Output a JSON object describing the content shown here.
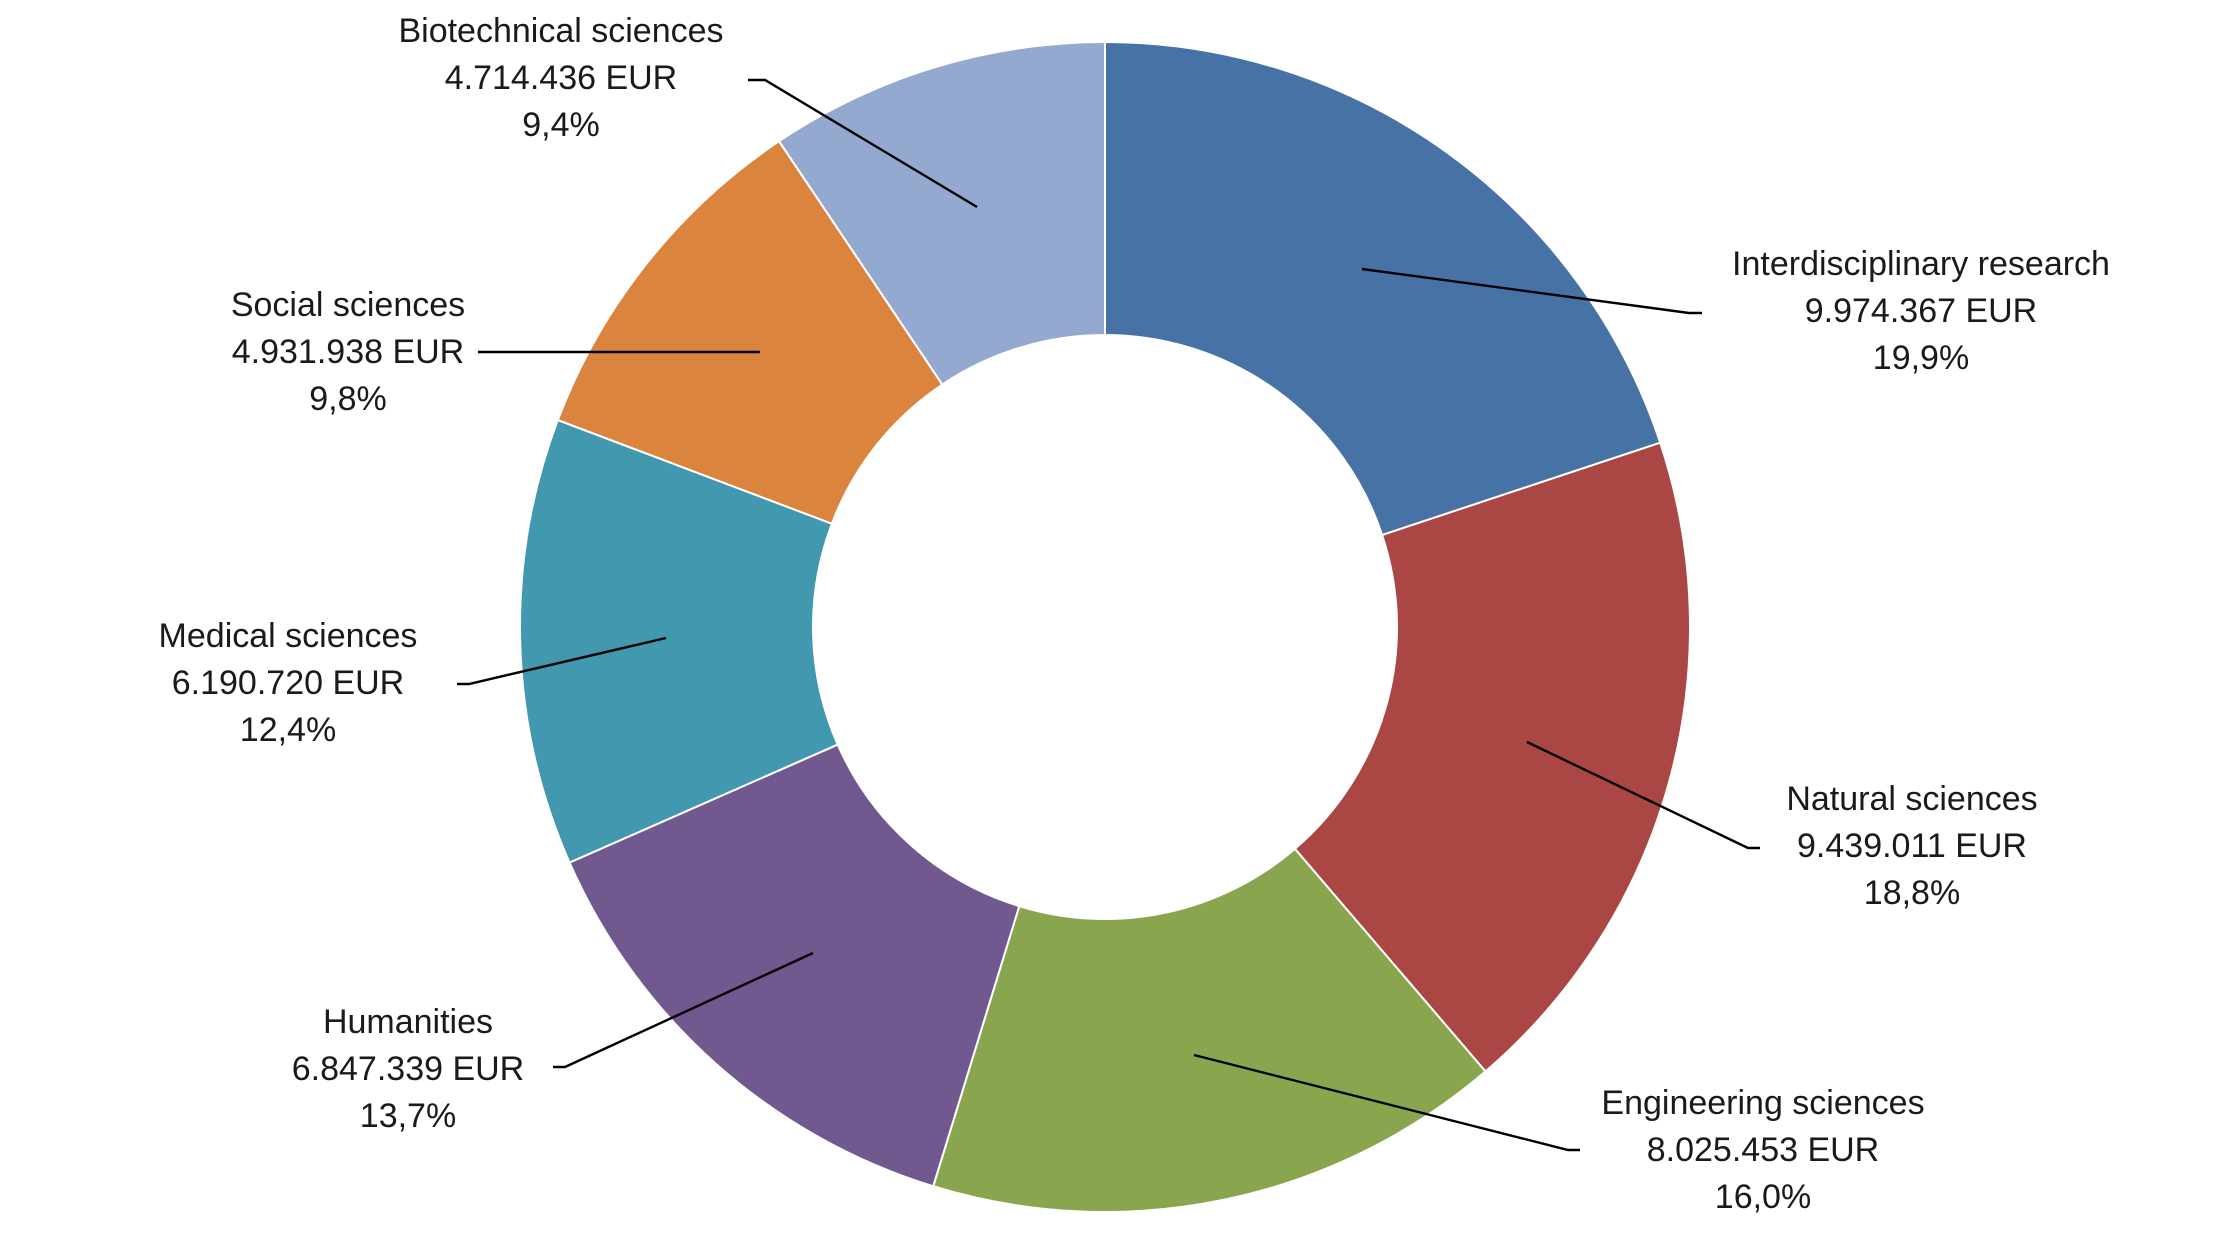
{
  "chart_data": {
    "type": "pie",
    "variant": "donut",
    "categories": [
      "Interdisciplinary research",
      "Natural sciences",
      "Engineering sciences",
      "Humanities",
      "Medical sciences",
      "Social sciences",
      "Biotechnical sciences"
    ],
    "values": [
      9974367,
      9439011,
      8025453,
      6847339,
      6190720,
      4931938,
      4714436
    ],
    "value_labels": [
      "9.974.367 EUR",
      "9.439.011 EUR",
      "8.025.453 EUR",
      "6.847.339 EUR",
      "6.190.720 EUR",
      "4.931.938 EUR",
      "4.714.436 EUR"
    ],
    "percent_labels": [
      "19,9%",
      "18,8%",
      "16,0%",
      "13,7%",
      "12,4%",
      "9,8%",
      "9,4%"
    ],
    "colors": [
      "#4672A6",
      "#AA4744",
      "#89A54E",
      "#71588F",
      "#4198AF",
      "#DB843D",
      "#93A9CF"
    ],
    "start_angle": "12 o'clock",
    "direction": "clockwise",
    "legend": "none",
    "title": ""
  }
}
